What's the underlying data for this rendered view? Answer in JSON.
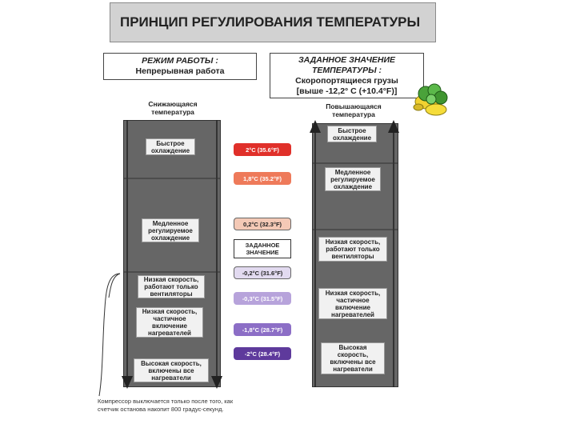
{
  "title": "ПРИНЦИП РЕГУЛИРОВАНИЯ ТЕМПЕРАТУРЫ",
  "mode": {
    "line1": "РЕЖИМ РАБОТЫ :",
    "line2": "Непрерывная работа"
  },
  "setpoint_box": {
    "line1": "ЗАДАННОЕ ЗНАЧЕНИЕ",
    "line2": "ТЕМПЕРАТУРЫ :",
    "line3": "Скоропортящиеся грузы",
    "line4": "[выше -12,2° С (+10.4°F)]"
  },
  "left_column": {
    "heading": "Снижающаяся температура",
    "labels": [
      "Быстрое охлаждение",
      "Медленное регулируемое охлаждение",
      "Низкая скорость, работают только вентиляторы",
      "Низкая скорость, частичное включение нагревателей",
      "Высокая скорость, включены все нагреватели"
    ]
  },
  "right_column": {
    "heading": "Повышающаяся температура",
    "labels": [
      "Быстрое охлаждение",
      "Медленное регулируемое охлаждение",
      "Низкая скорость, работают только вентиляторы",
      "Низкая скорость, частичное включение нагревателей",
      "Высокая скорость, включены все нагреватели"
    ]
  },
  "temps": [
    {
      "text": "2°С (35.6°F)",
      "color": "#e0302a"
    },
    {
      "text": "1,8°С (35.2°F)",
      "color": "#ee7a5a"
    },
    {
      "text": "0,2°С (32.3°F)",
      "color": "#f4c9b6"
    },
    {
      "text": "-0,2°С (31.6°F)",
      "color": "#e2daf0"
    },
    {
      "text": "-0,3°С (31.5°F)",
      "color": "#b7a3db"
    },
    {
      "text": "-1,8°С (28.7°F)",
      "color": "#8c6ec6"
    },
    {
      "text": "-2°С (28.4°F)",
      "color": "#5e3a9c"
    }
  ],
  "setpoint_label": "ЗАДАННОЕ ЗНАЧЕНИЕ",
  "note": "Компрессор выключается только после того, как счетчик останова накопит 800 градус-секунд.",
  "icon": "vegetables-icon"
}
